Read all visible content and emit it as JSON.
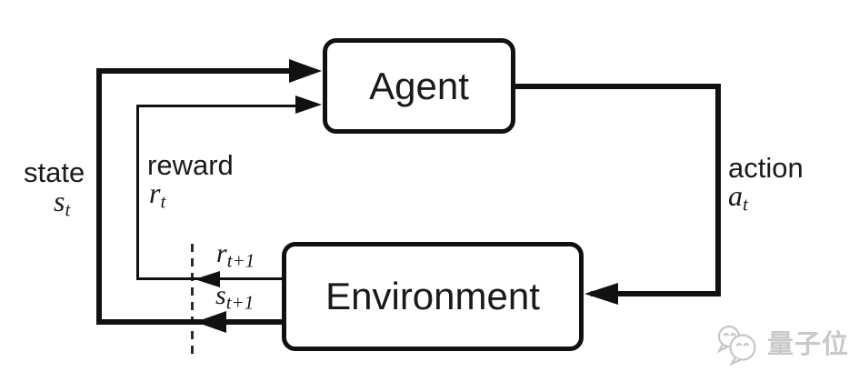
{
  "diagram": {
    "agent": {
      "label": "Agent"
    },
    "environment": {
      "label": "Environment"
    },
    "labels": {
      "state": {
        "word": "state",
        "symbol": "s",
        "subscript": "t"
      },
      "reward": {
        "word": "reward",
        "symbol": "r",
        "subscript": "t"
      },
      "action": {
        "word": "action",
        "symbol": "a",
        "subscript": "t"
      },
      "next_reward": {
        "symbol": "r",
        "subscript": "t+1"
      },
      "next_state": {
        "symbol": "s",
        "subscript": "t+1"
      }
    },
    "colors": {
      "line": "#111111",
      "background": "#ffffff",
      "watermark": "#c9c9c9"
    }
  },
  "watermark": {
    "text": "量子位",
    "icon": "chat-bubbles-logo"
  }
}
